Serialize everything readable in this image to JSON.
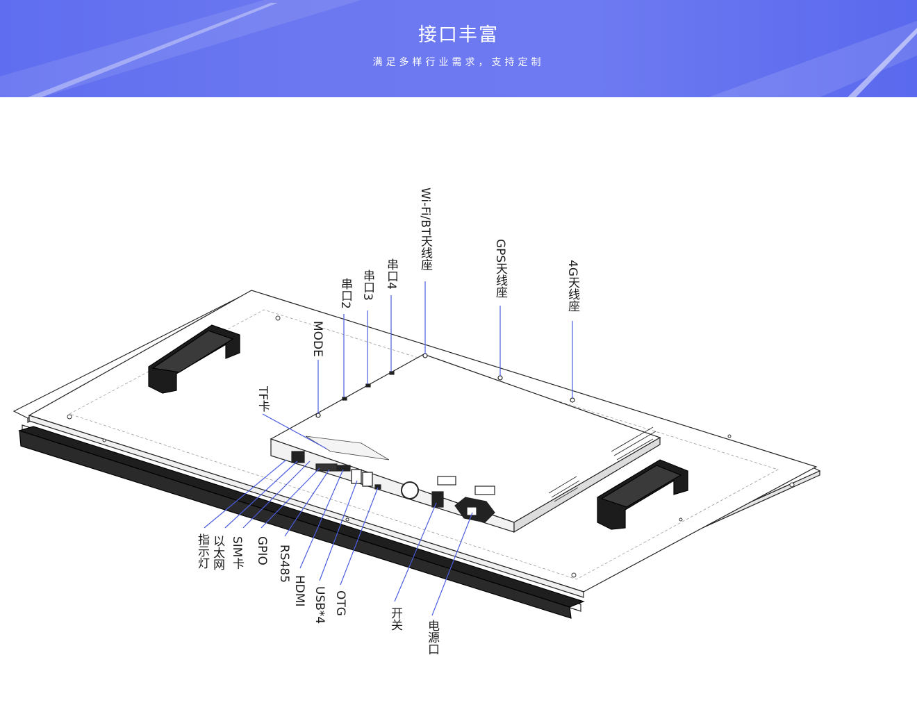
{
  "banner": {
    "title": "接口丰富",
    "subtitle": "满足多样行业需求，支持定制"
  },
  "colors": {
    "banner": "#6c78f0",
    "leader_line": "#4a5ce0",
    "device_stroke": "#222222"
  },
  "labels": {
    "wifi_bt": "Wi-Fi/BT天线座",
    "gps": "GPS天线座",
    "lte": "4G天线座",
    "serial4": "串口4",
    "serial3": "串口3",
    "serial2": "串口2",
    "mode": "MODE",
    "tf": "TF卡",
    "indicator": "指示灯",
    "ethernet": "以太网",
    "sim": "SIM卡",
    "gpio": "GPIO",
    "rs485": "RS485",
    "hdmi": "HDMI",
    "usb": "USB*4",
    "otg": "OTG",
    "switch": "开关",
    "power": "电源口"
  }
}
